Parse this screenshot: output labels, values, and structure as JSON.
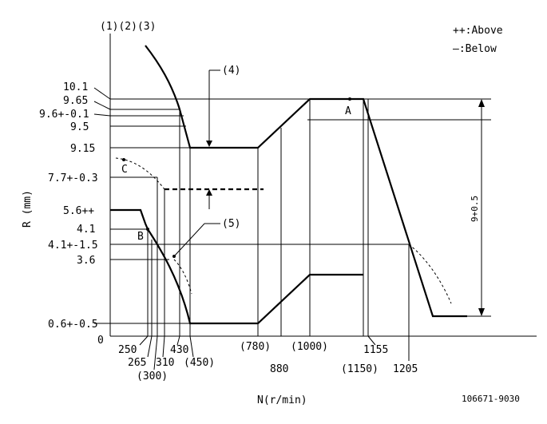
{
  "header": {
    "refs": "(1)(2)(3)",
    "legend_above": "++:Above",
    "legend_below": "—:Below"
  },
  "axes": {
    "y_label": "R (mm)",
    "x_label": "N(r/min)"
  },
  "y_ticks": [
    {
      "id": "y1",
      "label": "10.1"
    },
    {
      "id": "y2",
      "label": "9.65"
    },
    {
      "id": "y3",
      "label": "9.6+-0.1"
    },
    {
      "id": "y4",
      "label": "9.5"
    },
    {
      "id": "y5",
      "label": "9.15"
    },
    {
      "id": "y6",
      "label": "7.7+-0.3"
    },
    {
      "id": "y7",
      "label": "5.6++"
    },
    {
      "id": "y8",
      "label": "4.1"
    },
    {
      "id": "y9",
      "label": "4.1+-1.5"
    },
    {
      "id": "y10",
      "label": "3.6"
    },
    {
      "id": "y11",
      "label": "0.6+-0.5"
    },
    {
      "id": "y12",
      "label": "0"
    }
  ],
  "x_ticks": [
    {
      "id": "x1",
      "label": "250"
    },
    {
      "id": "x2",
      "label": "265"
    },
    {
      "id": "x3",
      "label": "(300)"
    },
    {
      "id": "x4",
      "label": "310"
    },
    {
      "id": "x5",
      "label": "430"
    },
    {
      "id": "x6",
      "label": "(450)"
    },
    {
      "id": "x7",
      "label": "(780)"
    },
    {
      "id": "x8",
      "label": "880"
    },
    {
      "id": "x9",
      "label": "(1000)"
    },
    {
      "id": "x10",
      "label": "(1150)"
    },
    {
      "id": "x11",
      "label": "1155"
    },
    {
      "id": "x12",
      "label": "1205"
    }
  ],
  "points": {
    "a": "A",
    "b": "B",
    "c": "C"
  },
  "callouts": {
    "c4": "(4)",
    "c5": "(5)"
  },
  "dimension": {
    "label": "9+0.5"
  },
  "footer": {
    "code": "106671-9030"
  }
}
